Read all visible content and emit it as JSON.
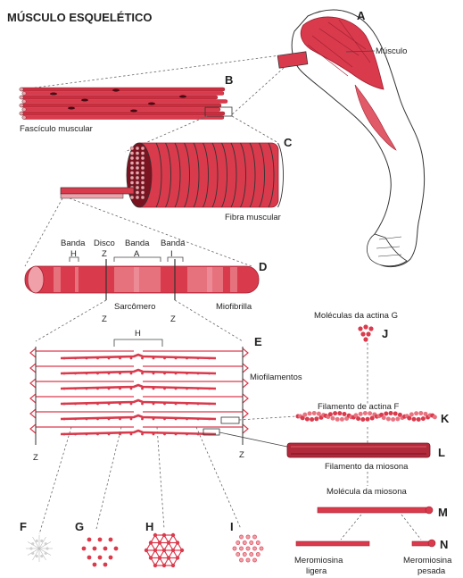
{
  "title": "MÚSCULO ESQUELÉTICO",
  "letters": {
    "A": "A",
    "B": "B",
    "C": "C",
    "D": "D",
    "E": "E",
    "F": "F",
    "G": "G",
    "H": "H",
    "I": "I",
    "J": "J",
    "K": "K",
    "L": "L",
    "M": "M",
    "N": "N"
  },
  "labels": {
    "musculo": "Músculo",
    "fasciculo": "Fascículo muscular",
    "fibra": "Fibra muscular",
    "banda_h": "Banda",
    "h": "H",
    "disco": "Disco",
    "z": "Z",
    "banda_a": "Banda",
    "a": "A",
    "banda_i": "Banda",
    "i": "I",
    "sarcomero": "Sarcômero",
    "miofibrilla": "Miofibrilla",
    "z_left": "Z",
    "z_right": "Z",
    "h_sarc": "H",
    "miofilamentos": "Miofilamentos",
    "z_e_left": "Z",
    "z_e_right": "Z",
    "actina_g": "Moléculas da actina G",
    "actina_f": "Filamento de actina F",
    "miosina_fil": "Filamento da miosona",
    "miosina_mol": "Molécula da miosona",
    "mero_ligera_1": "Meromiosina",
    "mero_ligera_2": "ligera",
    "mero_pesada_1": "Meromiosina",
    "mero_pesada_2": "pesada"
  },
  "colors": {
    "muscle": "#d93a4c",
    "muscle_dark": "#9e1f30",
    "muscle_light": "#f0a0a8",
    "skin": "#ffffff",
    "outline": "#333333"
  }
}
